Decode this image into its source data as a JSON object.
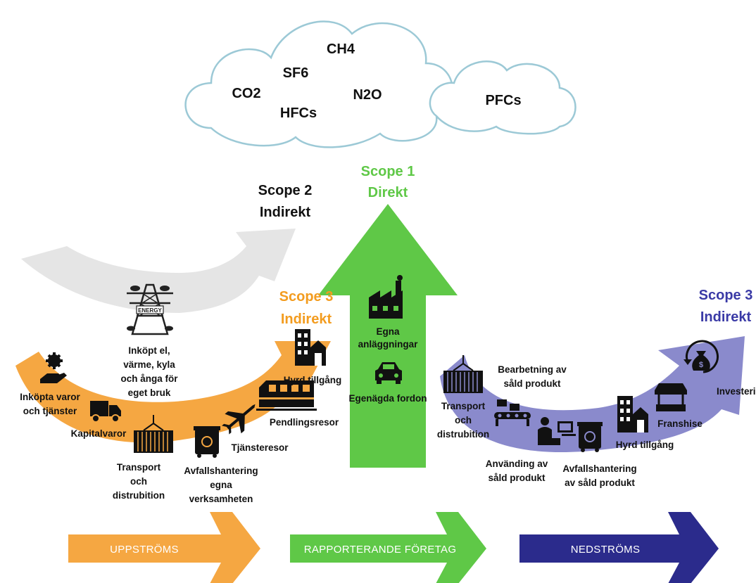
{
  "colors": {
    "scope1": "#5fc847",
    "scope2": "#e6e6e6",
    "upstream": "#f5a742",
    "downstream": "#8888cc",
    "upstream_text": "#f39c1f",
    "downstream_text": "#3a3aa6",
    "downstream_arrow": "#2b2b8c",
    "cloud_outline": "#9cc9d6"
  },
  "clouds": {
    "big": [
      "CH4",
      "SF6",
      "CO2",
      "N2O",
      "HFCs"
    ],
    "small": [
      "PFCs"
    ]
  },
  "scope1": {
    "title": "Scope 1",
    "subtitle": "Direkt",
    "items": [
      {
        "label_lines": [
          "Egna",
          "anläggningar"
        ],
        "icon": "factory-icon"
      },
      {
        "label_lines": [
          "Egenägda fordon"
        ],
        "icon": "car-icon"
      }
    ]
  },
  "scope2": {
    "title": "Scope 2",
    "subtitle": "Indirekt",
    "item": {
      "label_lines": [
        "Inköpt el,",
        "värme, kyla",
        "och ånga för",
        "eget bruk"
      ],
      "icon": "power-tower-icon",
      "icon_text": "ENERGY"
    }
  },
  "scope3_up": {
    "title": "Scope 3",
    "subtitle": "Indirekt",
    "items": [
      {
        "key": "purchased",
        "label_lines": [
          "Inköpta varor",
          "och tjänster"
        ],
        "icon": "hand-gear-icon"
      },
      {
        "key": "capital",
        "label_lines": [
          "Kapitalvaror"
        ],
        "icon": "truck-icon"
      },
      {
        "key": "transport",
        "label_lines": [
          "Transport",
          "och",
          "distrubition"
        ],
        "icon": "container-icon"
      },
      {
        "key": "waste",
        "label_lines": [
          "Avfallshantering",
          "egna",
          "verksamheten"
        ],
        "icon": "bin-icon"
      },
      {
        "key": "travel",
        "label_lines": [
          "Tjänsteresor"
        ],
        "icon": "airplane-icon"
      },
      {
        "key": "commute",
        "label_lines": [
          "Pendlingsresor"
        ],
        "icon": "train-icon"
      },
      {
        "key": "leased",
        "label_lines": [
          "Hyrd tillgång"
        ],
        "icon": "buildings-icon"
      }
    ]
  },
  "scope3_down": {
    "title": "Scope 3",
    "subtitle": "Indirekt",
    "items": [
      {
        "key": "transport",
        "label_lines": [
          "Transport",
          "och",
          "distrubition"
        ],
        "icon": "container-icon"
      },
      {
        "key": "processing",
        "label_lines": [
          "Bearbetning av",
          "såld produkt"
        ],
        "icon": "conveyor-icon"
      },
      {
        "key": "use",
        "label_lines": [
          "Använding av",
          "såld produkt"
        ],
        "icon": "computer-user-icon"
      },
      {
        "key": "eol",
        "label_lines": [
          "Avfallshantering",
          "av såld produkt"
        ],
        "icon": "bin-icon"
      },
      {
        "key": "leased",
        "label_lines": [
          "Hyrd tillgång"
        ],
        "icon": "buildings-icon"
      },
      {
        "key": "franchise",
        "label_lines": [
          "Franshise"
        ],
        "icon": "shop-icon"
      },
      {
        "key": "invest",
        "label_lines": [
          "Investeringar"
        ],
        "icon": "money-bag-icon"
      }
    ]
  },
  "bottom_arrows": {
    "upstream": "UPPSTRÖMS",
    "company": "RAPPORTERANDE FÖRETAG",
    "downstream": "NEDSTRÖMS"
  }
}
